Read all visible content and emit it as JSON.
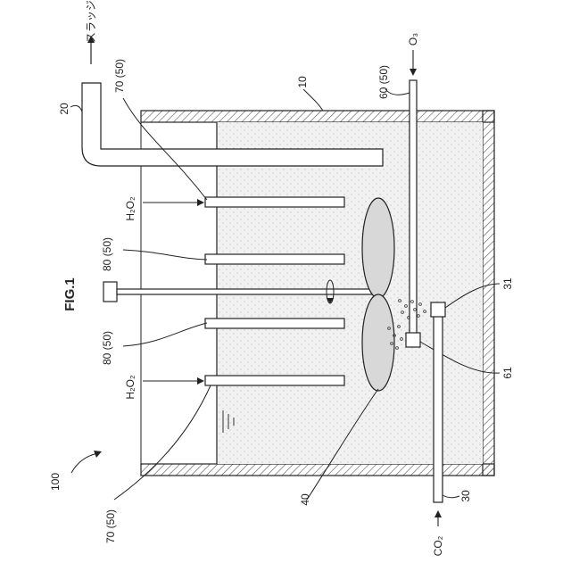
{
  "figure": {
    "title": "FIG.1",
    "colors": {
      "line": "#222222",
      "liquid": "#f1f1f1",
      "impeller": "#d8d8d8",
      "hatch": "#555555"
    },
    "labels": {
      "apparatus": "100",
      "tank": "10",
      "sludge_pipe": "20",
      "sludge_text": "スラッジ",
      "co2_pipe": "30",
      "co2_nozzle": "31",
      "co2_text": "CO₂",
      "impeller": "40",
      "ozone_pipe": "60 (50)",
      "ozone_nozzle": "61",
      "o3_text": "O₃",
      "electrode_70_top": "70 (50)",
      "electrode_70_bottom": "70 (50)",
      "electrode_80_upper": "80 (50)",
      "electrode_80_lower": "80 (50)",
      "h2o2_upper": "H₂O₂",
      "h2o2_lower": "H₂O₂"
    }
  }
}
